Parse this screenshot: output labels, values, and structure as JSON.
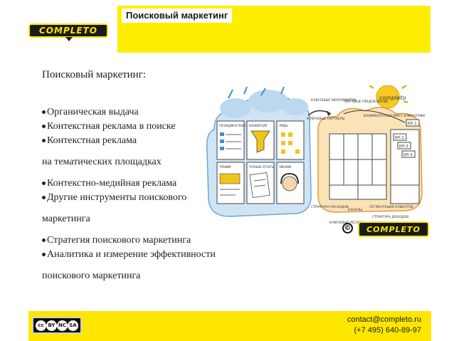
{
  "header": {
    "title": "Поисковый маркетинг",
    "logo_text": "COMPLETO",
    "band_color": "#ffee00"
  },
  "content": {
    "heading": "Поисковый маркетинг:",
    "items": [
      "Органическая выдача",
      "Контекстная реклама в поиске",
      "Контекстная реклама",
      "на тематических площадках",
      "Контекстно-медийная реклама",
      "Другие инструменты поискового",
      "маркетинга",
      "Стратегия поискового маркетинга",
      "Аналитика и измерение эффективности",
      "поискового маркетинга"
    ]
  },
  "illustration": {
    "cloud_labels": [
      "ПОЗИЦИИ В ПОИСКЕ",
      "КОНВЕРСИЯ",
      "ЛИДЫ",
      "ТРАФИК",
      "ТОЧНЫЕ ОТЧЕТЫ",
      "ЗВОНКИ"
    ],
    "sun_text": "completo",
    "diagram_labels": [
      "КЛЮЧЕВЫЕ МЕРОПРИЯТИЯ",
      "ТОРГОВОЕ ПРЕДЛОЖЕНИЕ",
      "ВЗАИМООТНОШЕНИЯ С КЛИЕНТАМИ",
      "КЛЮЧЕВЫЕ ПАРТНЕРЫ",
      "КЛЮЧЕВЫЕ РЕСУРСЫ",
      "КАНАЛЫ",
      "СЕГМЕНТАЦИЯ КЛИЕНТОВ",
      "СТРУКТУРА РАСХОДОВ",
      "СТРУКТУРА ДОХОДОВ",
      "KPI 1",
      "KPI 2",
      "KPI 3",
      "KPI 4"
    ],
    "copyright_symbol": "©",
    "logo_text": "COMPLETO"
  },
  "footer": {
    "license_text": "cc",
    "license_badges": [
      "BY",
      "NC",
      "SA"
    ],
    "email": "contact@completo.ru",
    "phone": "(+7 495)  640-89-97",
    "bar_color": "#ffe600"
  }
}
